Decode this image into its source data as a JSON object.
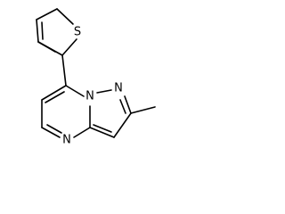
{
  "molecule": {
    "atom_labels": {
      "sulfur": "S",
      "bridgehead_nitrogen": "N",
      "pyrazole_nitrogen": "N",
      "pyrimidine_nitrogen": "N"
    },
    "colors": {
      "bond": "#000000",
      "background": "#ffffff"
    }
  }
}
